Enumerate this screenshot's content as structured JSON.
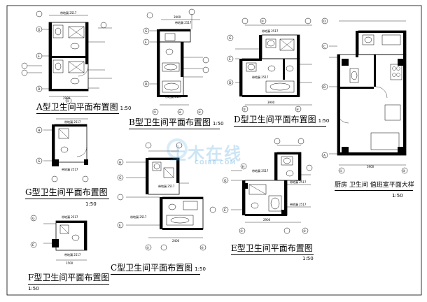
{
  "plans": {
    "a": {
      "title": "A型卫生间平面布置图",
      "scale": "1:50"
    },
    "b": {
      "title": "B型卫生间平面布置图",
      "scale": "1:50"
    },
    "c": {
      "title": "C型卫生间平面布置图",
      "scale": "1:50"
    },
    "d": {
      "title": "D型卫生间平面布置图",
      "scale": "1:50"
    },
    "e": {
      "title": "E型卫生间平面布置图",
      "scale": "1:50"
    },
    "f": {
      "title": "F型卫生间平面布置图",
      "scale": "1:50"
    },
    "g": {
      "title": "G型卫生间平面布置图",
      "scale": "1:50"
    },
    "kitchen": {
      "title": "厨房  卫生间  值班室平面大样",
      "scale": "1:50"
    }
  },
  "watermark": {
    "main": "土木在线",
    "sub": "COI88.COM"
  },
  "annotations": {
    "floor_drain": "带地漏",
    "floor_drain_2": "带地漏 2517",
    "dim_a": "3900",
    "dim_b": "2400",
    "dim_c": "1500",
    "dim_d": "2900"
  },
  "axes": {
    "a": [
      "G",
      "E",
      "D",
      "①"
    ],
    "b": [
      "G",
      "E",
      "D",
      "②",
      "④",
      "⑥"
    ],
    "c": [
      "H",
      "G",
      "E",
      "⑤",
      "⑥"
    ],
    "d": [
      "G",
      "E",
      "D",
      "②",
      "⑤",
      "⑥"
    ],
    "e": [
      "H",
      "G",
      "E",
      "⑤",
      "⑥"
    ],
    "f": [
      "G",
      "E"
    ],
    "g": [
      "H",
      "G"
    ],
    "kitchen": [
      "D",
      "C",
      "B",
      "A",
      "①",
      "②"
    ]
  }
}
